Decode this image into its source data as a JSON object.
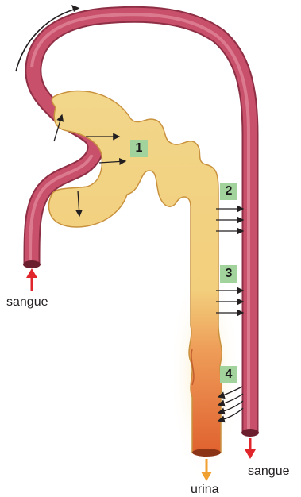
{
  "labels": {
    "blood_in": "sangue",
    "blood_out": "sangue",
    "urine": "urina"
  },
  "steps": [
    "1",
    "2",
    "3",
    "4"
  ],
  "colors": {
    "vessel": "#c8506a",
    "vessel_dark": "#8e2f45",
    "tubule": "#f2d68a",
    "tubule_dark": "#d9a94a",
    "duct": "#e5733d",
    "step_box": "#a3d39c",
    "arrow_in": "#e0262b",
    "arrow_out": "#f0a030"
  }
}
